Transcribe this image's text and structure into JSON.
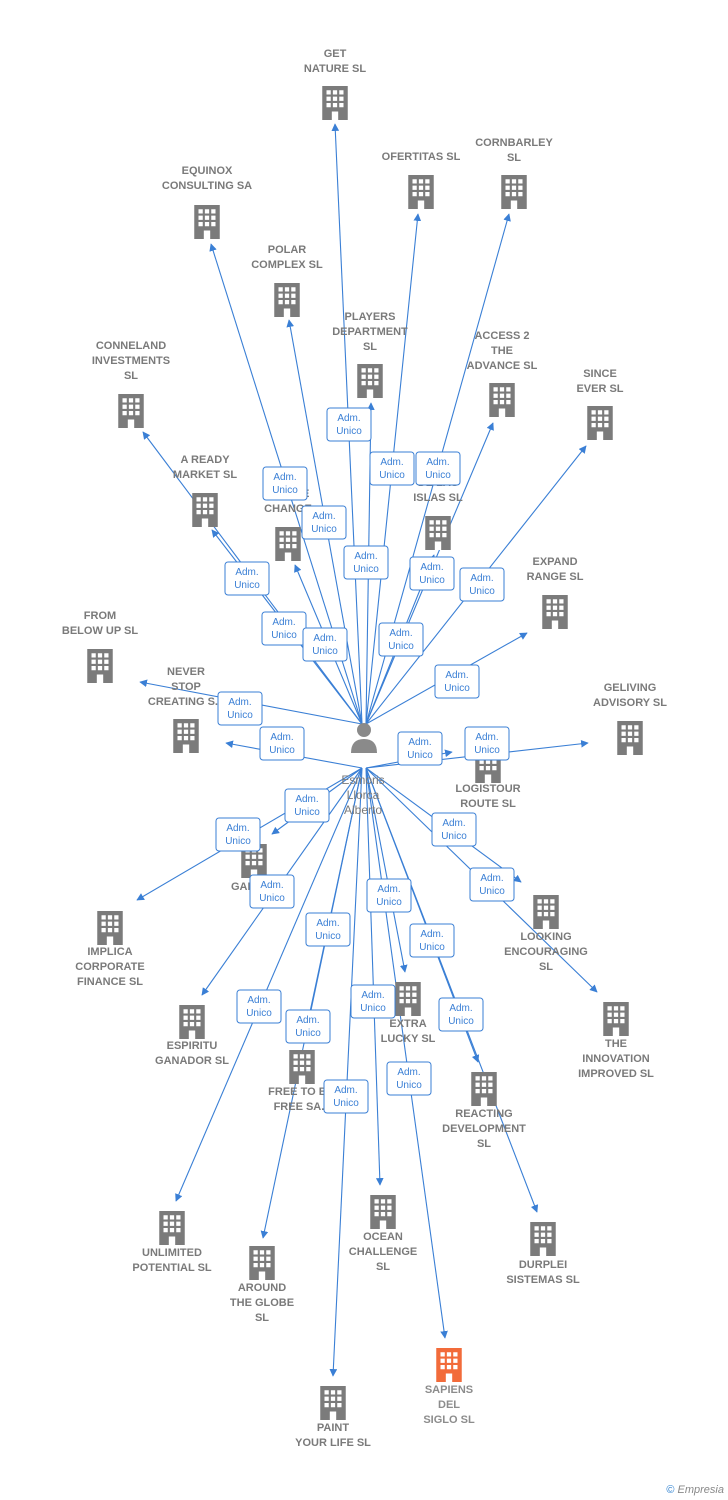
{
  "center": {
    "name_lines": [
      "Esmoris",
      "Llorca",
      "Alberto"
    ]
  },
  "edge_label_lines": [
    "Adm.",
    "Unico"
  ],
  "colors": {
    "edge": "#3a7fd5",
    "building": "#7b7b7b",
    "highlight": "#f26b3a"
  },
  "nodes": [
    {
      "id": "get-nature",
      "lines": [
        "GET",
        "NATURE  SL"
      ],
      "highlight": false
    },
    {
      "id": "ofertitas",
      "lines": [
        "OFERTITAS  SL"
      ],
      "highlight": false
    },
    {
      "id": "cornbarley",
      "lines": [
        "CORNBARLEY",
        "SL"
      ],
      "highlight": false
    },
    {
      "id": "equinox",
      "lines": [
        "EQUINOX",
        "CONSULTING SA"
      ],
      "highlight": false
    },
    {
      "id": "polar-complex",
      "lines": [
        "POLAR",
        "COMPLEX  SL"
      ],
      "highlight": false
    },
    {
      "id": "players-department",
      "lines": [
        "PLAYERS",
        "DEPARTMENT",
        "SL"
      ],
      "highlight": false
    },
    {
      "id": "access-2",
      "lines": [
        "ACCESS 2",
        "THE",
        "ADVANCE  SL"
      ],
      "highlight": false
    },
    {
      "id": "conneland",
      "lines": [
        "CONNELAND",
        "INVESTMENTS",
        "SL"
      ],
      "highlight": false
    },
    {
      "id": "since-ever",
      "lines": [
        "SINCE",
        "EVER  SL"
      ],
      "highlight": false
    },
    {
      "id": "a-ready-market",
      "lines": [
        "A READY",
        "MARKET  SL"
      ],
      "highlight": false
    },
    {
      "id": "pl-change",
      "lines": [
        "PL...  ...E",
        "CHANGE"
      ],
      "highlight": false
    },
    {
      "id": "de-las-islas",
      "lines": [
        "...  S",
        "DE LAS",
        "ISLAS  SL"
      ],
      "highlight": false
    },
    {
      "id": "expand-range",
      "lines": [
        "EXPAND",
        "RANGE  SL"
      ],
      "highlight": false
    },
    {
      "id": "from-below-up",
      "lines": [
        "FROM",
        "BELOW UP  SL"
      ],
      "highlight": false
    },
    {
      "id": "never-stop",
      "lines": [
        "NEVER",
        "STOP",
        "CREATING  S..."
      ],
      "highlight": false
    },
    {
      "id": "geliving",
      "lines": [
        "GELIVING",
        "ADVISORY  SL"
      ],
      "highlight": false
    },
    {
      "id": "logistour",
      "lines": [
        "LOGISTOUR",
        "ROUTE  SL"
      ],
      "highlight": false
    },
    {
      "id": "galva",
      "lines": [
        "GALVA..."
      ],
      "highlight": false
    },
    {
      "id": "implica",
      "lines": [
        "IMPLICA",
        "CORPORATE",
        "FINANCE  SL"
      ],
      "highlight": false
    },
    {
      "id": "looking-encouraging",
      "lines": [
        "LOOKING",
        "ENCOURAGING",
        "SL"
      ],
      "highlight": false
    },
    {
      "id": "espiritu",
      "lines": [
        "ESPIRITU",
        "GANADOR SL"
      ],
      "highlight": false
    },
    {
      "id": "extra-lucky",
      "lines": [
        "EXTRA",
        "LUCKY  SL"
      ],
      "highlight": false
    },
    {
      "id": "innovation",
      "lines": [
        "THE",
        "INNOVATION",
        "IMPROVED  SL"
      ],
      "highlight": false
    },
    {
      "id": "free-to-be",
      "lines": [
        "FREE TO B...",
        "FREE SA..."
      ],
      "highlight": false
    },
    {
      "id": "reacting",
      "lines": [
        "REACTING",
        "DEVELOPMENT",
        "SL"
      ],
      "highlight": false
    },
    {
      "id": "unlimited",
      "lines": [
        "UNLIMITED",
        "POTENTIAL  SL"
      ],
      "highlight": false
    },
    {
      "id": "ocean-challenge",
      "lines": [
        "OCEAN",
        "CHALLENGE",
        "SL"
      ],
      "highlight": false
    },
    {
      "id": "durplei",
      "lines": [
        "DURPLEI",
        "SISTEMAS  SL"
      ],
      "highlight": false
    },
    {
      "id": "around-globe",
      "lines": [
        "AROUND",
        "THE GLOBE",
        "SL"
      ],
      "highlight": false
    },
    {
      "id": "sapiens",
      "lines": [
        "SAPIENS",
        "DEL",
        "SIGLO  SL"
      ],
      "highlight": true
    },
    {
      "id": "paint-your-life",
      "lines": [
        "PAINT",
        "YOUR LIFE  SL"
      ],
      "highlight": false
    }
  ],
  "footer": {
    "copyright": "©",
    "brand": "Empresia"
  }
}
